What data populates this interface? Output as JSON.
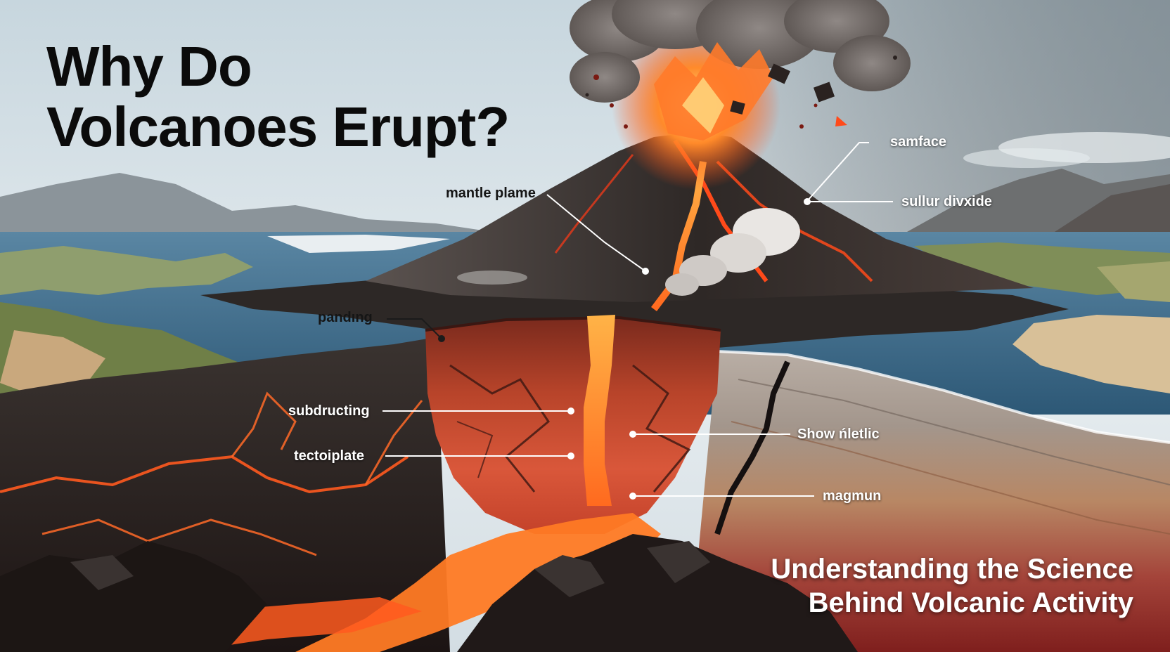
{
  "header": {
    "title_line1": "Why Do",
    "title_line2": "Volcanoes Erupt?"
  },
  "footer": {
    "subtitle_line1": "Understanding the Science",
    "subtitle_line2": "Behind Volcanic Activity"
  },
  "labels": {
    "mantle_plume": "mantle plame",
    "surface": "samface",
    "sulfur_dioxide": "sullur divxide",
    "spreading": "pandıng",
    "subducting": "subdructing",
    "tectonic_plate": "tectoiрlate",
    "show_detail": "Show ńletlic",
    "magma": "magmun"
  },
  "colors": {
    "title": "#0b0b0b",
    "subtitle": "#ffffff",
    "lava": "#ff5a1f",
    "lava_glow": "#ffb347",
    "sea": "#3e6f8f",
    "sky": "#d9e4ea",
    "rock": "#3a3431"
  }
}
